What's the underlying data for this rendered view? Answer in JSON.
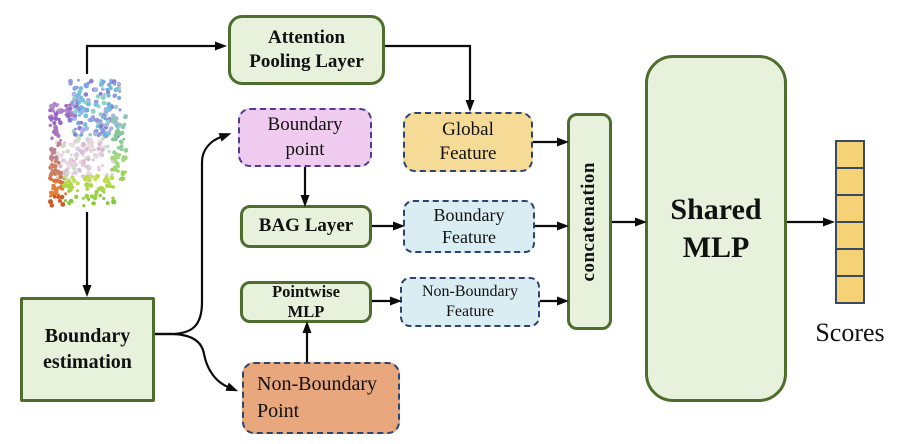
{
  "diagram": {
    "input": {
      "icon": "point-cloud-chair"
    },
    "nodes": {
      "attention_pooling": {
        "line1": "Attention",
        "line2": "Pooling Layer"
      },
      "boundary_point": {
        "line1": "Boundary",
        "line2": "point"
      },
      "global_feature": {
        "line1": "Global",
        "line2": "Feature"
      },
      "bag_layer": {
        "label": "BAG Layer"
      },
      "boundary_feature": {
        "line1": "Boundary",
        "line2": "Feature"
      },
      "pointwise_mlp": {
        "line1": "Pointwise",
        "line2": "MLP"
      },
      "non_boundary_feature": {
        "line1": "Non-Boundary",
        "line2": "Feature"
      },
      "non_boundary_point": {
        "line1": "Non-Boundary",
        "line2": "Point"
      },
      "boundary_estimation": {
        "line1": "Boundary",
        "line2": "estimation"
      },
      "concatenation": {
        "label": "concatenation"
      },
      "shared_mlp": {
        "line1": "Shared",
        "line2": "MLP"
      }
    },
    "output": {
      "label": "Scores",
      "cell_count": 6
    },
    "colors": {
      "green_fill": "#e8f1dc",
      "green_border": "#4e6e2d",
      "pink_fill": "#efcbef",
      "pink_border": "#4a3f8f",
      "yellow_fill": "#f6db97",
      "blue_fill": "#d9edf3",
      "orange_fill": "#e8a77d",
      "dashed_border": "#2e4470",
      "score_fill": "#f6d277",
      "score_border": "#394a63",
      "arrow": "#0b0b0b"
    }
  }
}
